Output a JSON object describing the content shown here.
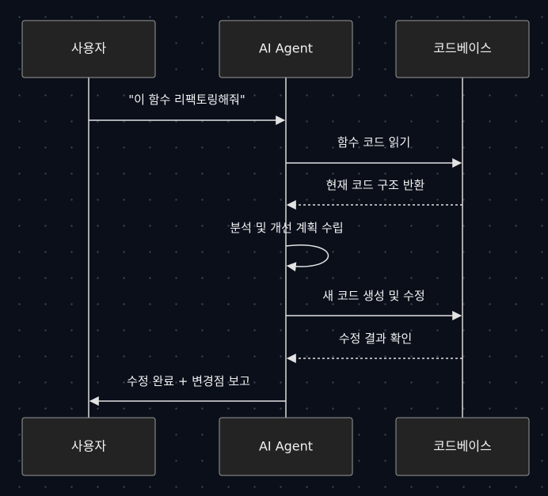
{
  "actors": [
    {
      "id": "user",
      "label": "사용자"
    },
    {
      "id": "agent",
      "label": "AI Agent"
    },
    {
      "id": "codebase",
      "label": "코드베이스"
    }
  ],
  "messages": [
    {
      "from": "user",
      "to": "agent",
      "style": "solid",
      "label": "\"이 함수 리팩토링해줘\""
    },
    {
      "from": "agent",
      "to": "codebase",
      "style": "solid",
      "label": "함수 코드 읽기"
    },
    {
      "from": "codebase",
      "to": "agent",
      "style": "dashed",
      "label": "현재 코드 구조 반환"
    },
    {
      "from": "agent",
      "to": "agent",
      "style": "solid",
      "label": "분석 및 개선 계획 수립"
    },
    {
      "from": "agent",
      "to": "codebase",
      "style": "solid",
      "label": "새 코드 생성 및 수정"
    },
    {
      "from": "codebase",
      "to": "agent",
      "style": "dashed",
      "label": "수정 결과 확인"
    },
    {
      "from": "agent",
      "to": "user",
      "style": "solid",
      "label": "수정 완료 + 변경점 보고"
    }
  ],
  "colors": {
    "background": "#0a0f1a",
    "actor_fill": "#232323",
    "actor_stroke": "#9a9a9a",
    "line": "#e2e2e2",
    "text": "#f2f2f2"
  }
}
